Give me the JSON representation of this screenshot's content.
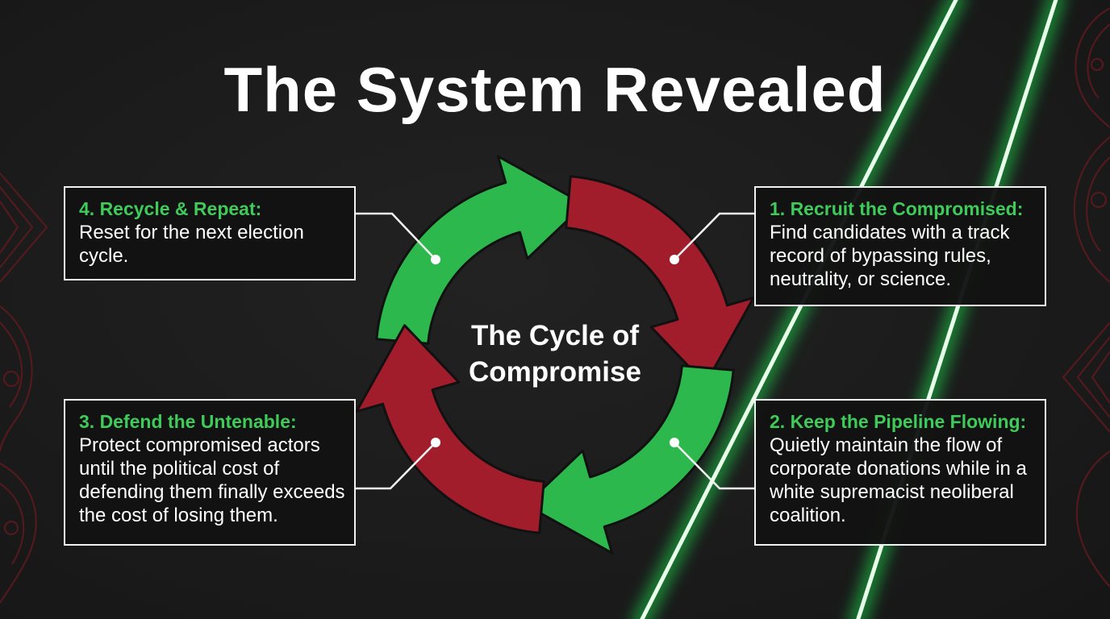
{
  "title": "The System Revealed",
  "center": {
    "line1": "The Cycle of",
    "line2": "Compromise"
  },
  "colors": {
    "background": "#1b1b1b",
    "green": "#2db84d",
    "red": "#a11d2b",
    "heading_green": "#3ecb5a",
    "neon": "#27ff5a"
  },
  "steps": [
    {
      "heading": "1. Recruit the Compromised:",
      "text": "Find candidates with a track record of bypassing rules, neutrality, or science."
    },
    {
      "heading": "2. Keep the Pipeline Flowing:",
      "text": "Quietly maintain the flow of corporate donations while in a white supremacist neoliberal coalition."
    },
    {
      "heading": "3. Defend the Untenable:",
      "text": "Protect compromised actors until the political cost of defending them finally exceeds the cost of losing them."
    },
    {
      "heading": "4. Recycle & Repeat:",
      "text": "Reset for the next election cycle."
    }
  ]
}
